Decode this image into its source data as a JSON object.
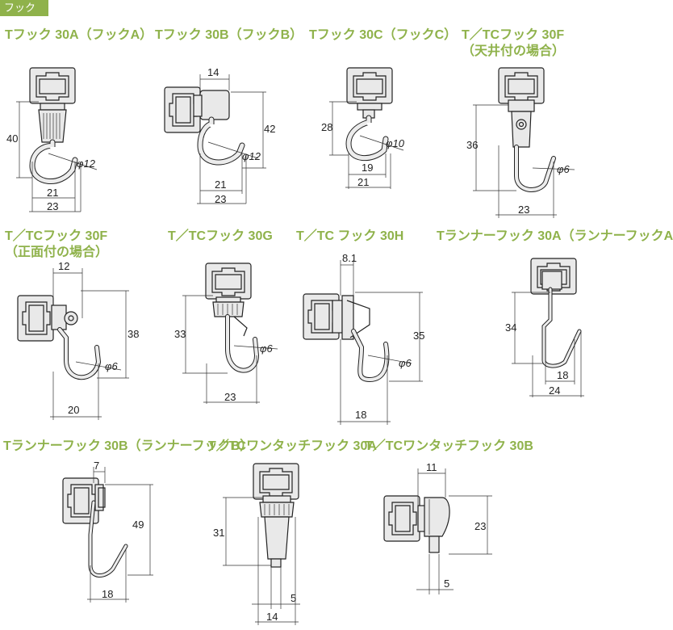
{
  "section_label": "フック",
  "colors": {
    "accent": "#8fb24b",
    "line": "#222222"
  },
  "captions": {
    "c30a": "Tフック 30A（フックA）",
    "c30b": "Tフック 30B（フックB）",
    "c30c": "Tフック 30C（フックC）",
    "c30f_top_1": "T／TCフック 30F",
    "c30f_top_2": "（天井付の場合）",
    "c30f_side_1": "T／TCフック 30F",
    "c30f_side_2": "（正面付の場合）",
    "c30g": "T／TCフック 30G",
    "c30h": "T／TC フック 30H",
    "crunner_a": "Tランナーフック 30A（ランナーフックA",
    "crunner_b": "Tランナーフック 30B（ランナーフックB）",
    "conetouch_a": "T／TCワンタッチフック 30A",
    "conetouch_b": "T／TCワンタッチフック 30B"
  },
  "dims": {
    "a": {
      "h": "40",
      "d": "φ12",
      "w1": "21",
      "w2": "23"
    },
    "b": {
      "top": "14",
      "h": "42",
      "d": "φ12",
      "w1": "21",
      "w2": "23"
    },
    "c": {
      "h": "28",
      "d": "φ10",
      "w1": "19",
      "w2": "21"
    },
    "ftop": {
      "h": "36",
      "d": "φ6",
      "w": "23"
    },
    "fside": {
      "top": "12",
      "h": "38",
      "d": "φ6",
      "w": "20"
    },
    "g": {
      "h": "33",
      "d": "φ6",
      "w": "23"
    },
    "h": {
      "top": "8.1",
      "h": "35",
      "d": "φ6",
      "w": "18"
    },
    "ra": {
      "h": "34",
      "w1": "18",
      "w2": "24"
    },
    "rb": {
      "top": "7",
      "h": "49",
      "w": "18"
    },
    "oa": {
      "h": "31",
      "d": "5",
      "w": "14"
    },
    "ob": {
      "top": "11",
      "h": "23",
      "d": "5"
    }
  }
}
